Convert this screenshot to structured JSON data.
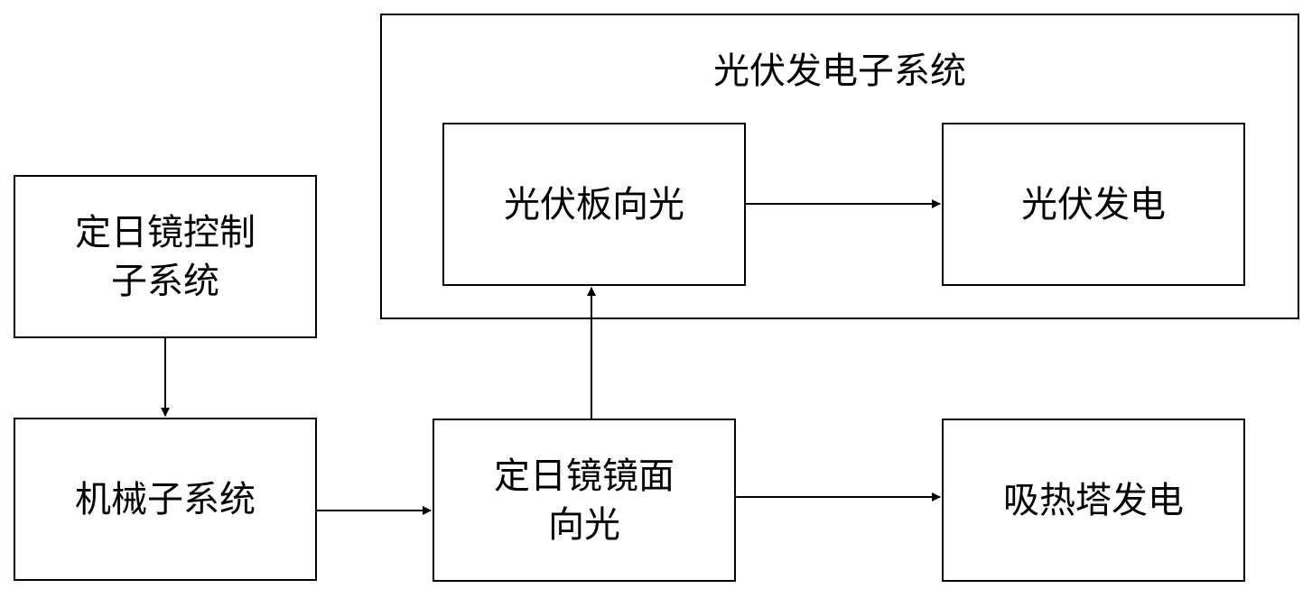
{
  "pv_subsystem": {
    "title": "光伏发电子系统",
    "panel_facing_light": "光伏板向光",
    "pv_generation": "光伏发电"
  },
  "heliostat_control": {
    "line1": "定日镜控制",
    "line2": "子系统"
  },
  "mechanical_subsystem": "机械子系统",
  "heliostat_mirror": {
    "line1": "定日镜镜面",
    "line2": "向光"
  },
  "absorber_tower_generation": "吸热塔发电"
}
